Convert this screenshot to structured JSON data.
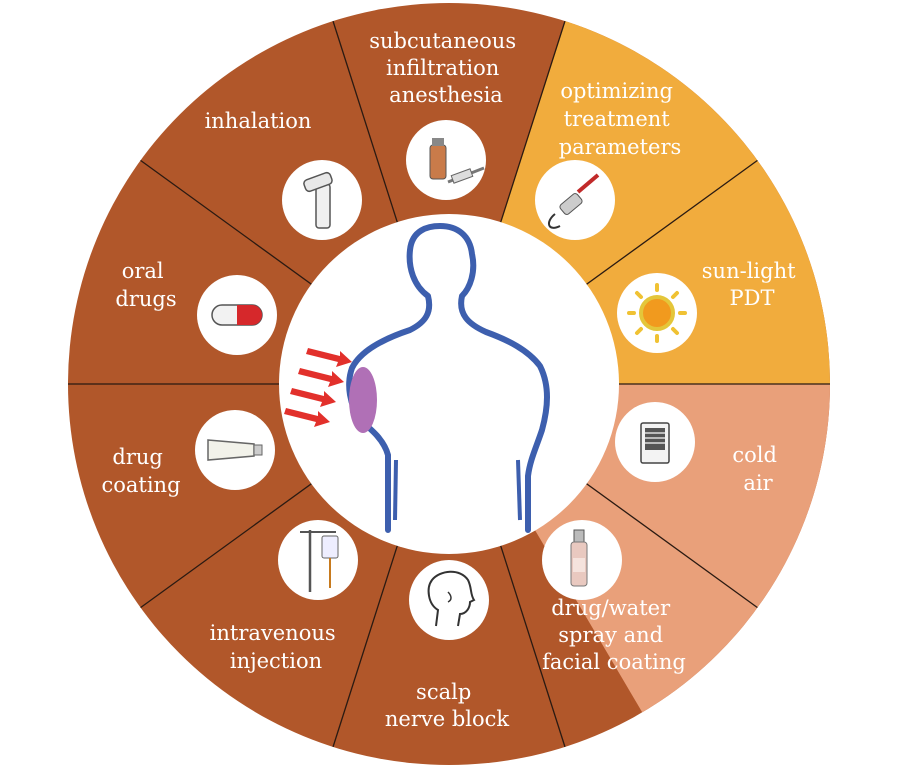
{
  "diagram": {
    "colors": {
      "brown": "#b1572a",
      "orange": "#f1ac3d",
      "salmon": "#e9a07a",
      "body_outline": "#3d5fae",
      "highlight": "#b070b6",
      "arrow": "#e2302b"
    },
    "segments": [
      {
        "id": "subcutaneous",
        "lines": [
          "subcutaneous",
          "infiltration",
          "anesthesia"
        ],
        "icon": "syringe-vial-icon",
        "group": "brown"
      },
      {
        "id": "optimizing",
        "lines": [
          "optimizing",
          "treatment",
          "parameters"
        ],
        "icon": "laser-probe-icon",
        "group": "orange"
      },
      {
        "id": "sunlight",
        "lines": [
          "sun-light",
          "PDT"
        ],
        "icon": "sun-icon",
        "group": "orange"
      },
      {
        "id": "cold-air",
        "lines": [
          "cold",
          "air"
        ],
        "icon": "air-cooler-icon",
        "group": "salmon"
      },
      {
        "id": "spray",
        "lines": [
          "drug/water",
          "spray and",
          "facial coating"
        ],
        "icon": "spray-bottle-icon",
        "group": "salmon"
      },
      {
        "id": "scalp",
        "lines": [
          "scalp",
          "nerve block"
        ],
        "icon": "head-icon",
        "group": "brown"
      },
      {
        "id": "intravenous",
        "lines": [
          "intravenous",
          "injection"
        ],
        "icon": "iv-drip-icon",
        "group": "brown"
      },
      {
        "id": "drug-coating",
        "lines": [
          "drug",
          "coating"
        ],
        "icon": "ointment-tube-icon",
        "group": "brown"
      },
      {
        "id": "oral",
        "lines": [
          "oral",
          "drugs"
        ],
        "icon": "pill-capsule-icon",
        "group": "brown"
      },
      {
        "id": "inhalation",
        "lines": [
          "inhalation"
        ],
        "icon": "inhaler-icon",
        "group": "brown"
      }
    ],
    "center": {
      "figure": "human-silhouette-icon",
      "highlight": "shoulder-treatment-area",
      "arrows": 4
    }
  }
}
